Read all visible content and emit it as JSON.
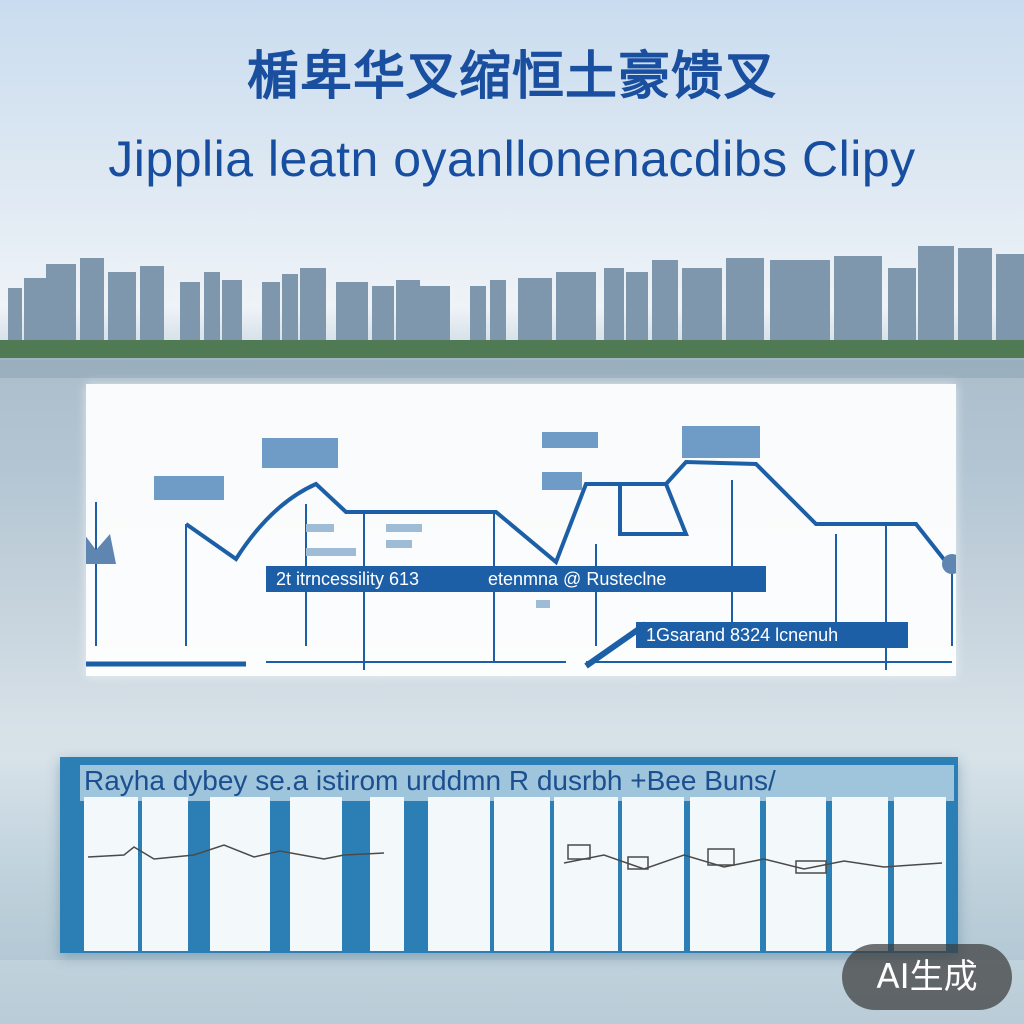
{
  "header": {
    "title_cn": "楯卑华叉缩恒土豪馈叉",
    "title_en": "Jipplia leatn oyanllonenacdibs Clipy"
  },
  "top_panel": {
    "label_a": "2t itrncessility 613",
    "label_b": "etenmna @ Rusteclne",
    "label_c": "1Gsarand 8324 lcnenuh"
  },
  "bottom_panel": {
    "header": "Rayha dybey se.a istirom urddmn R dusrbh +Bee Buns/"
  },
  "badge": {
    "label": "AI生成"
  },
  "colors": {
    "accent": "#1d5fa6",
    "title": "#1a4fa0",
    "panel": "#2c7fb4"
  }
}
